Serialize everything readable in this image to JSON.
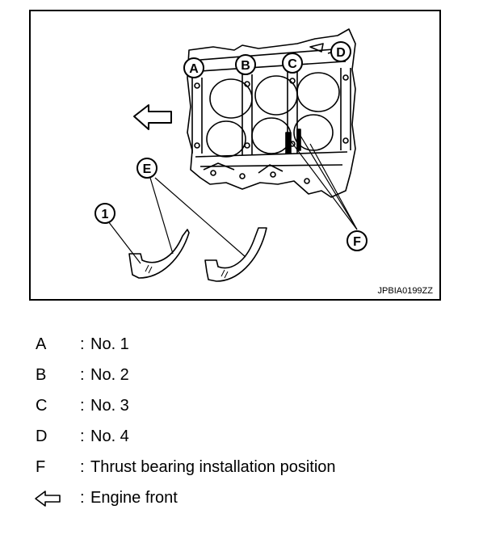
{
  "figure": {
    "id": "JPBIA0199ZZ",
    "callouts": {
      "a": "A",
      "b": "B",
      "c": "C",
      "d": "D",
      "e": "E",
      "f": "F",
      "one": "1"
    }
  },
  "legend": {
    "separator": ":",
    "items": [
      {
        "key": "A",
        "text": "No. 1"
      },
      {
        "key": "B",
        "text": "No. 2"
      },
      {
        "key": "C",
        "text": "No. 3"
      },
      {
        "key": "D",
        "text": "No. 4"
      },
      {
        "key": "F",
        "text": "Thrust bearing installation position"
      },
      {
        "key": "arrow-icon",
        "text": "Engine front"
      }
    ]
  }
}
